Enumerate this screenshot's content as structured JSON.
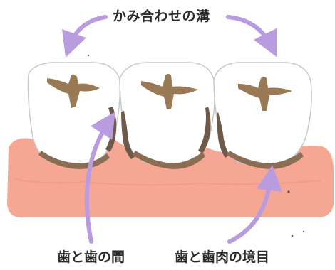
{
  "labels": {
    "occlusal_grooves": "かみ合わせの溝",
    "between_teeth": "歯と歯の間",
    "gumline": "歯と歯肉の境目"
  },
  "colors": {
    "gum": "#f6a794",
    "tooth": "#ffffff",
    "tooth_outline": "#c9c9c9",
    "plaque": "#9a7a55",
    "plaque_dark": "#6f5a4a",
    "arrow": "#b99be0"
  }
}
